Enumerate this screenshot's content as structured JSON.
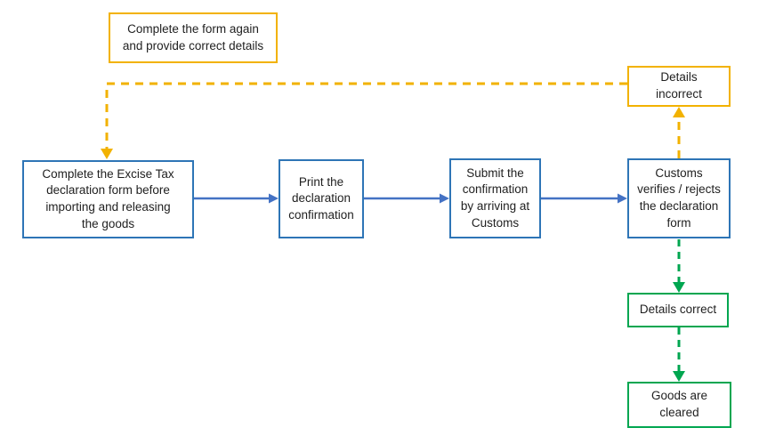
{
  "colors": {
    "blue_border": "#2E75B6",
    "blue_arrow": "#4472C4",
    "yellow": "#F2B200",
    "green": "#00A650",
    "text": "#1f1f1f",
    "background": "#ffffff"
  },
  "diagram": {
    "type": "flowchart",
    "nodes": {
      "annotation": {
        "label": "Complete the form again\nand provide correct details",
        "color": "yellow"
      },
      "details_incorrect": {
        "label": "Details\nincorrect",
        "color": "yellow"
      },
      "excise": {
        "label": "Complete the Excise Tax\ndeclaration form before\nimporting and releasing\nthe goods",
        "color": "blue"
      },
      "print": {
        "label": "Print the\ndeclaration\nconfirmation",
        "color": "blue"
      },
      "submit": {
        "label": "Submit the\nconfirmation\nby arriving at\nCustoms",
        "color": "blue"
      },
      "customs": {
        "label": "Customs\nverifies / rejects\nthe declaration\nform",
        "color": "blue"
      },
      "details_correct": {
        "label": "Details correct",
        "color": "green"
      },
      "goods_cleared": {
        "label": "Goods are\ncleared",
        "color": "green"
      }
    },
    "edges": [
      {
        "from": "excise",
        "to": "print",
        "style": "solid",
        "color": "blue"
      },
      {
        "from": "print",
        "to": "submit",
        "style": "solid",
        "color": "blue"
      },
      {
        "from": "submit",
        "to": "customs",
        "style": "solid",
        "color": "blue"
      },
      {
        "from": "customs",
        "to": "details_incorrect",
        "style": "dashed",
        "color": "yellow"
      },
      {
        "from": "details_incorrect",
        "to": "excise",
        "style": "dashed",
        "color": "yellow"
      },
      {
        "from": "customs",
        "to": "details_correct",
        "style": "dashed",
        "color": "green"
      },
      {
        "from": "details_correct",
        "to": "goods_cleared",
        "style": "dashed",
        "color": "green"
      }
    ]
  }
}
